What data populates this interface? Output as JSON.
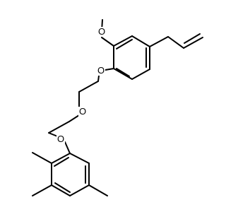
{
  "molecule": {
    "atom_labels": {
      "methoxy_oxygen": "O",
      "aryl_ether_oxygen_upper": "O",
      "ether_oxygen_middle": "O",
      "aryl_ether_oxygen_lower": "O"
    }
  },
  "colors": {
    "background": "#ffffff",
    "bond": "#000000",
    "label": "#000000"
  }
}
